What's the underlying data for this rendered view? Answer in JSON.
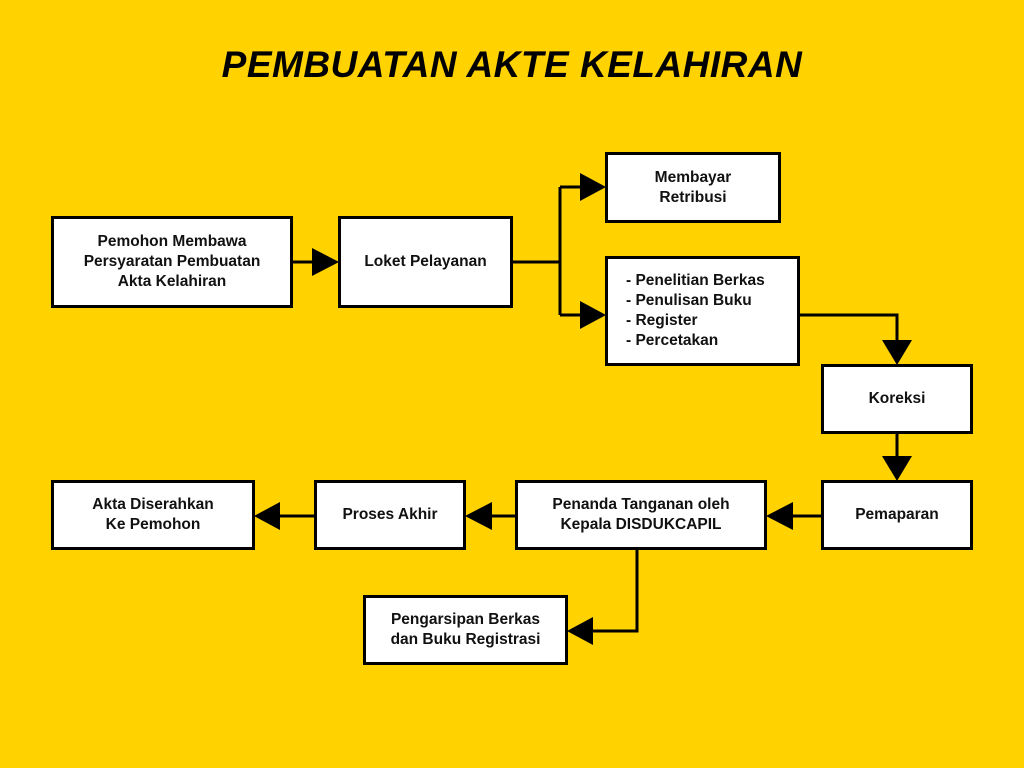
{
  "title": "PEMBUATAN AKTE KELAHIRAN",
  "nodes": {
    "pemohon": "Pemohon Membawa\nPersyaratan Pembuatan\nAkta Kelahiran",
    "loket": "Loket Pelayanan",
    "membayar": "Membayar\nRetribusi",
    "penelitian": "- Penelitian Berkas\n- Penulisan Buku\n- Register\n- Percetakan",
    "koreksi": "Koreksi",
    "pemaparan": "Pemaparan",
    "penanda": "Penanda Tanganan oleh\nKepala DISDUKCAPIL",
    "proses": "Proses Akhir",
    "akta": "Akta Diserahkan\nKe Pemohon",
    "pengarsipan": "Pengarsipan Berkas\ndan Buku Registrasi"
  },
  "colors": {
    "background": "#FFD200",
    "box": "#FFFFFF",
    "line": "#000000"
  }
}
